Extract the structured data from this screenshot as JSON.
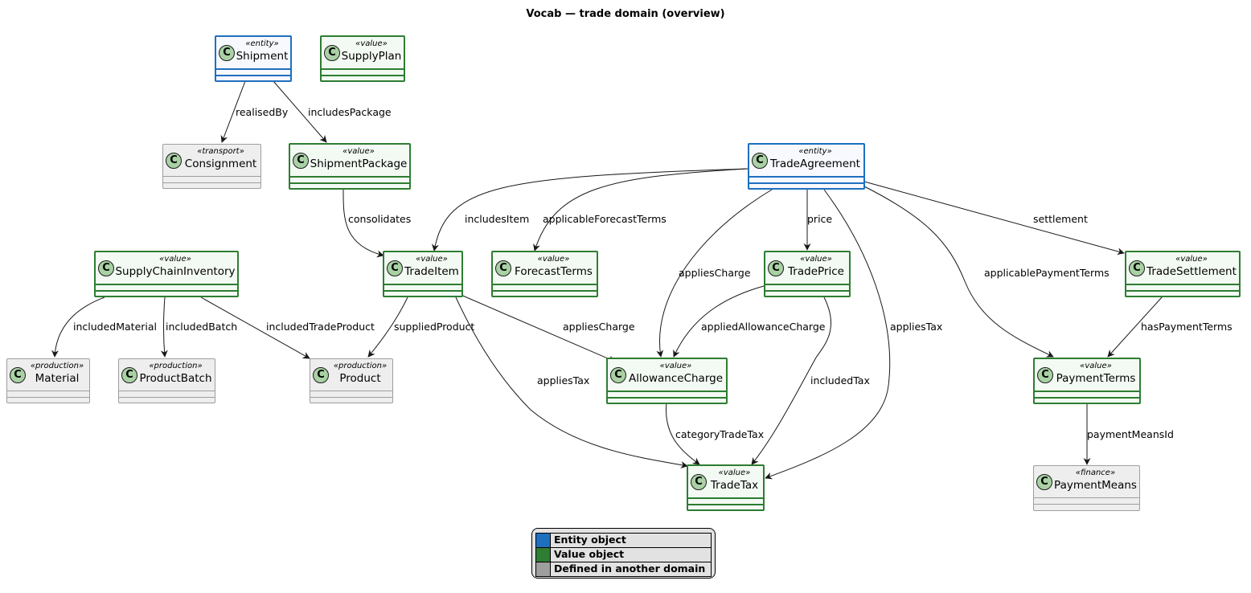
{
  "title": "Vocab — trade domain (overview)",
  "colors": {
    "entity_border": "#1f6fbf",
    "value_border": "#2e7d32",
    "external_border": "#9e9e9e",
    "class_badge": "#a9d1a4",
    "legend_entity": "#1f6fbf",
    "legend_value": "#2e7d32",
    "legend_external": "#9e9e9e"
  },
  "classes": {
    "shipment": {
      "stereotype": "«entity»",
      "name": "Shipment",
      "icon": "class-c-icon"
    },
    "supplyplan": {
      "stereotype": "«value»",
      "name": "SupplyPlan",
      "icon": "class-c-icon"
    },
    "consignment": {
      "stereotype": "«transport»",
      "name": "Consignment",
      "icon": "class-c-icon"
    },
    "shipmentpackage": {
      "stereotype": "«value»",
      "name": "ShipmentPackage",
      "icon": "class-c-icon"
    },
    "tradeagreement": {
      "stereotype": "«entity»",
      "name": "TradeAgreement",
      "icon": "class-c-icon"
    },
    "supplychaininventory": {
      "stereotype": "«value»",
      "name": "SupplyChainInventory",
      "icon": "class-c-icon"
    },
    "tradeitem": {
      "stereotype": "«value»",
      "name": "TradeItem",
      "icon": "class-c-icon"
    },
    "forecastterms": {
      "stereotype": "«value»",
      "name": "ForecastTerms",
      "icon": "class-c-icon"
    },
    "tradeprice": {
      "stereotype": "«value»",
      "name": "TradePrice",
      "icon": "class-c-icon"
    },
    "tradesettlement": {
      "stereotype": "«value»",
      "name": "TradeSettlement",
      "icon": "class-c-icon"
    },
    "material": {
      "stereotype": "«production»",
      "name": "Material",
      "icon": "class-c-icon"
    },
    "productbatch": {
      "stereotype": "«production»",
      "name": "ProductBatch",
      "icon": "class-c-icon"
    },
    "product": {
      "stereotype": "«production»",
      "name": "Product",
      "icon": "class-c-icon"
    },
    "allowancecharge": {
      "stereotype": "«value»",
      "name": "AllowanceCharge",
      "icon": "class-c-icon"
    },
    "paymentterms": {
      "stereotype": "«value»",
      "name": "PaymentTerms",
      "icon": "class-c-icon"
    },
    "tradetax": {
      "stereotype": "«value»",
      "name": "TradeTax",
      "icon": "class-c-icon"
    },
    "paymentmeans": {
      "stereotype": "«finance»",
      "name": "PaymentMeans",
      "icon": "class-c-icon"
    }
  },
  "edges": {
    "realised_by": "realisedBy",
    "includes_package": "includesPackage",
    "consolidates": "consolidates",
    "includes_item": "includesItem",
    "applicable_forecast_terms": "applicableForecastTerms",
    "price": "price",
    "settlement": "settlement",
    "applies_charge_agreement": "appliesCharge",
    "applicable_payment_terms": "applicablePaymentTerms",
    "included_material": "includedMaterial",
    "included_batch": "includedBatch",
    "included_trade_product": "includedTradeProduct",
    "supplied_product": "suppliedProduct",
    "applies_charge_item": "appliesCharge",
    "applied_allowance_charge": "appliedAllowanceCharge",
    "applies_tax_agreement": "appliesTax",
    "has_payment_terms": "hasPaymentTerms",
    "applies_tax_item": "appliesTax",
    "included_tax": "includedTax",
    "category_trade_tax": "categoryTradeTax",
    "payment_means_id": "paymentMeansId"
  },
  "legend": {
    "entity": "Entity object",
    "value": "Value object",
    "external": "Defined in another domain"
  }
}
